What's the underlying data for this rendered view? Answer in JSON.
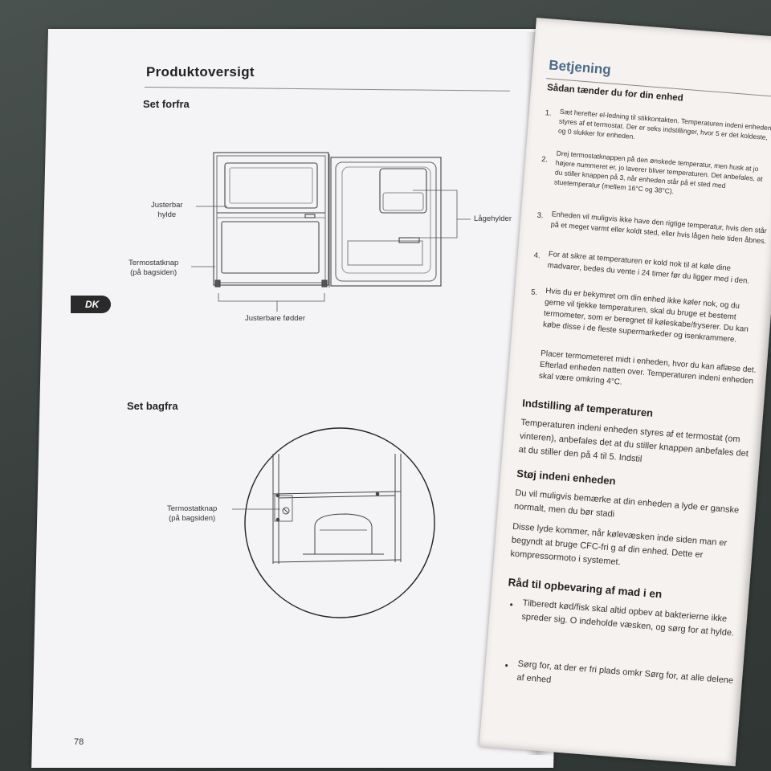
{
  "left_page": {
    "title": "Produktoversigt",
    "front_heading": "Set forfra",
    "back_heading": "Set bagfra",
    "labels": {
      "shelf": "Justerbar\nhylde",
      "thermostat_front": "Termostatknap\n(på bagsiden)",
      "door_shelves": "Lågehylder",
      "feet": "Justerbare fødder",
      "thermostat_back": "Termostatknap\n(på bagsiden)"
    },
    "tab": "DK",
    "page_number": "78"
  },
  "right_page": {
    "title": "Betjening",
    "subtitle": "Sådan tænder du for din enhed",
    "steps": [
      {
        "n": "1.",
        "text": "Sæt herefter el-ledning til stikkontakten. Temperaturen indeni enheden styres af et termostat. Der er seks indstillinger, hvor 5 er det koldeste, og 0 slukker for enheden."
      },
      {
        "n": "2.",
        "text": "Drej termostatknappen på den ønskede temperatur, men husk at jo højere nummeret er, jo laverer bliver temperaturen. Det anbefales, at du stiller knappen på 3, når enheden står på et sted med stuetemperatur (mellem 16°C og 38°C)."
      },
      {
        "n": "3.",
        "text": "Enheden vil muligvis ikke have den rigtige temperatur, hvis den står på et meget varmt eller koldt sted, eller hvis lågen hele tiden åbnes."
      },
      {
        "n": "4.",
        "text": "For at sikre at temperaturen er kold nok til at køle dine madvarer, bedes du vente i 24 timer før du ligger med i den."
      },
      {
        "n": "5.",
        "text": "Hvis du er bekymret om din enhed ikke køler nok, og du gerne vil tjekke temperaturen, skal du bruge et bestemt termometer, som er beregnet til køleskabe/fryserer. Du kan købe disse i de fleste supermarkeder og isenkrammere."
      }
    ],
    "step5_extra": "Placer termometeret midt i enheden, hvor du kan aflæse det. Efterlad enheden natten over. Temperaturen indeni enheden skal være omkring 4°C.",
    "section_temp_title": "Indstilling af temperaturen",
    "section_temp_text": "Temperaturen indeni enheden styres af et termostat (om vinteren), anbefales det at du stiller knappen anbefales det at du stiller den på 4 til 5. Indstil",
    "section_noise_title": "Støj indeni enheden",
    "section_noise_p1": "Du vil muligvis bemærke at din enheden a lyde er ganske normalt, men du bør stadi",
    "section_noise_p2": "Disse lyde kommer, når kølevæsken inde siden man er begyndt at bruge CFC-fri g af din enhed. Dette er kompressormoto i systemet.",
    "section_food_title": "Råd til opbevaring af mad i en",
    "bullets": [
      "Tilberedt kød/fisk skal altid opbev at bakterierne ikke spreder sig. O indeholde væsken, og sørg for at hylde.",
      "Sørg for, at der er fri plads omkr Sørg for, at alle delene af enhed"
    ]
  }
}
